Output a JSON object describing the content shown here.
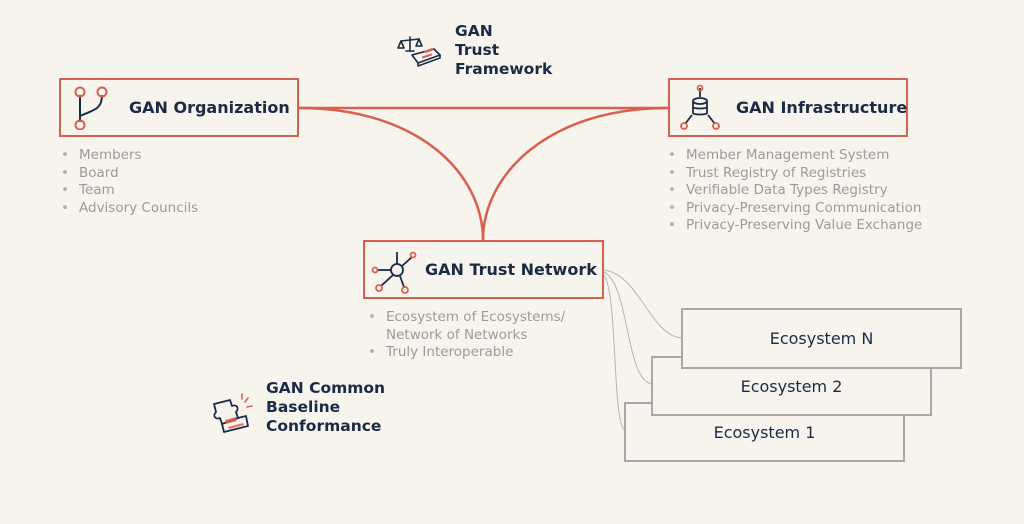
{
  "framework": {
    "lines": [
      "GAN",
      "Trust",
      "Framework"
    ],
    "icon": "scales-document-icon"
  },
  "organization": {
    "title": "GAN Organization",
    "icon": "branch-icon",
    "items": [
      "Members",
      "Board",
      "Team",
      "Advisory Councils"
    ]
  },
  "infrastructure": {
    "title": "GAN Infrastructure",
    "icon": "database-network-icon",
    "items": [
      "Member Management System",
      "Trust Registry of Registries",
      "Verifiable Data Types Registry",
      "Privacy-Preserving Communication",
      "Privacy-Preserving Value Exchange"
    ]
  },
  "network": {
    "title": "GAN Trust Network",
    "icon": "hub-network-icon",
    "items": [
      {
        "line1": "Ecosystem of Ecosystems/",
        "line2": "Network of Networks"
      },
      {
        "line1": "Truly Interoperable",
        "line2": ""
      }
    ]
  },
  "ecosystems": [
    "Ecosystem N",
    "Ecosystem 2",
    "Ecosystem 1"
  ],
  "conformance": {
    "lines": [
      "GAN Common",
      "Baseline",
      "Conformance"
    ],
    "icon": "puzzle-icon"
  },
  "colors": {
    "accent": "#d9604f",
    "navy": "#1a2b45",
    "muted": "#9b9b9b",
    "eco_border": "#a8a8a8",
    "background": "#f7f4ee"
  }
}
